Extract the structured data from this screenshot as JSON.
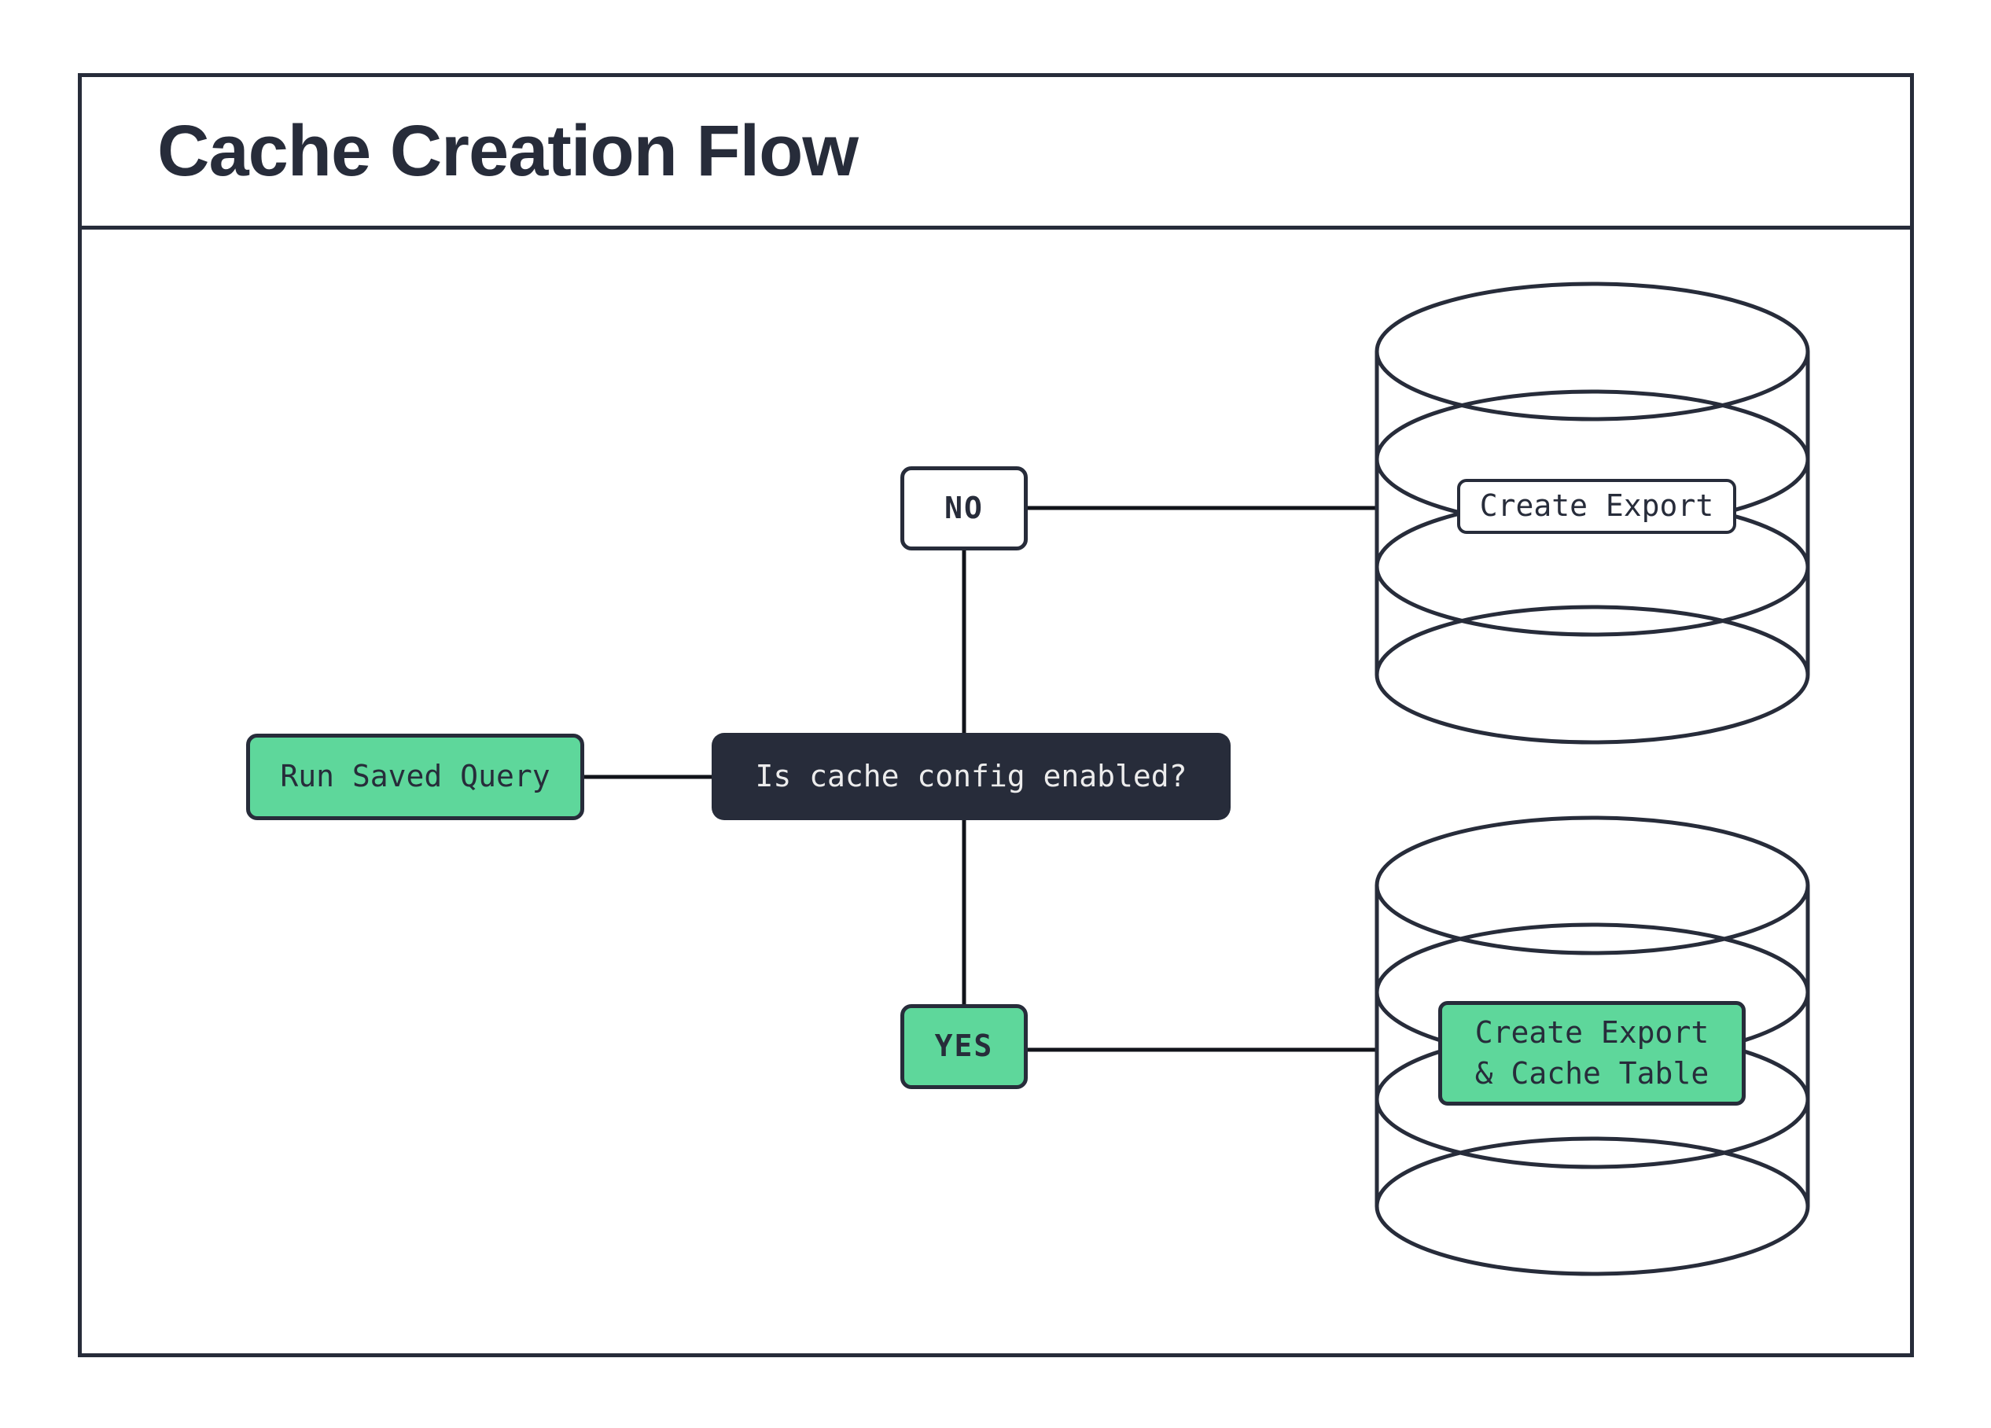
{
  "title": "Cache Creation Flow",
  "colors": {
    "ink": "#272c3a",
    "green": "#5ed79b",
    "paper": "#ffffff",
    "line": "#11131a",
    "light_text": "#ececec"
  },
  "nodes": {
    "run": {
      "label": "Run Saved Query"
    },
    "decision": {
      "label": "Is cache config enabled?"
    },
    "no": {
      "label": "NO"
    },
    "yes": {
      "label": "YES"
    },
    "export": {
      "label": "Create Export"
    },
    "export_cache": {
      "lines": [
        "Create Export",
        "& Cache Table"
      ]
    }
  },
  "icons": {
    "no_target": "database-cylinder-icon",
    "yes_target": "database-cylinder-icon"
  },
  "edges": [
    {
      "from": "Run Saved Query",
      "to": "Is cache config enabled?"
    },
    {
      "from": "Is cache config enabled?",
      "to": "NO"
    },
    {
      "from": "Is cache config enabled?",
      "to": "YES"
    },
    {
      "from": "NO",
      "to": "Create Export"
    },
    {
      "from": "YES",
      "to": "Create Export & Cache Table"
    }
  ]
}
